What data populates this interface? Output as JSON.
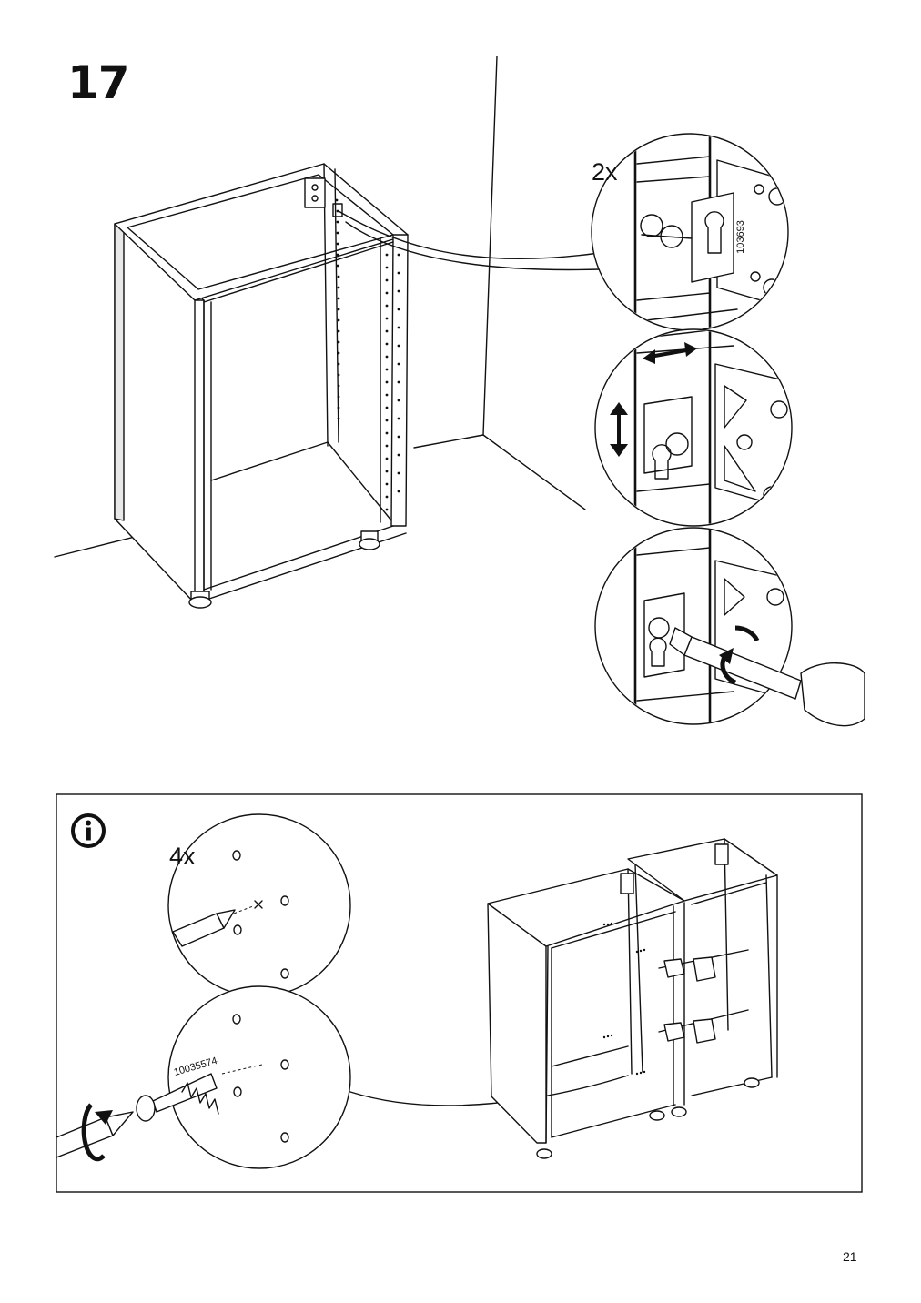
{
  "step": {
    "number": "17"
  },
  "detail": {
    "quantity": "2x",
    "part_number": "103693"
  },
  "info": {
    "quantity": "4x",
    "screw_part_number": "10035574"
  },
  "footer": {
    "page_number": "21"
  },
  "icons": {
    "info": "info-icon",
    "horizontal_arrow": "double-arrow-horizontal-icon",
    "vertical_arrow": "double-arrow-vertical-icon",
    "rotate": "rotate-arrow-icon"
  },
  "colors": {
    "ink": "#111111",
    "paper": "#ffffff",
    "shade": "#e8e8e8"
  }
}
